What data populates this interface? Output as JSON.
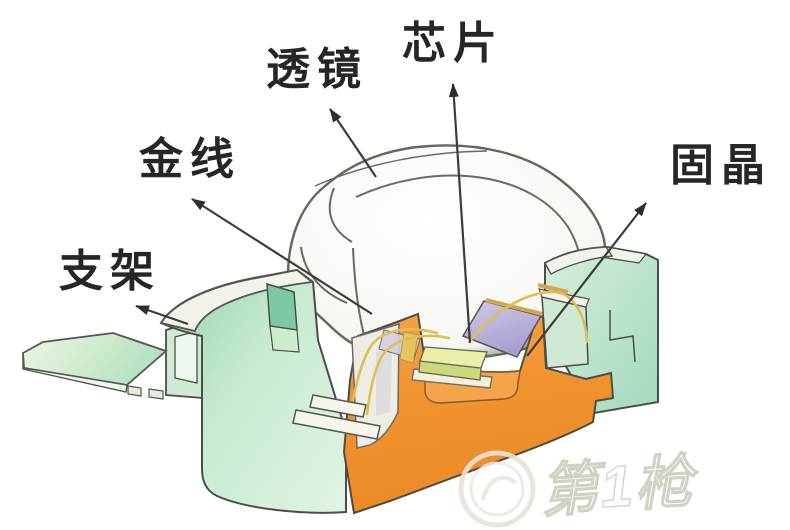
{
  "diagram": {
    "type": "smd-led-package-cutaway",
    "labels": {
      "lens": "透镜",
      "chip": "芯片",
      "gold_wire": "金线",
      "bracket": "支架",
      "die_bond": "固晶"
    },
    "watermark": {
      "text": "第1枪"
    },
    "colors": {
      "body_mint": "#b9e3c6",
      "body_teal_dark": "#7cc9a3",
      "cross_section_orange": "#f0922f",
      "chip_yellow_green": "#e9efa8",
      "reflector_lavender": "#b2a8d6",
      "gold_wire": "#dcbf55",
      "lens_white": "#f6f6f2",
      "outline": "#4d4d48",
      "label_text": "#262626"
    }
  }
}
